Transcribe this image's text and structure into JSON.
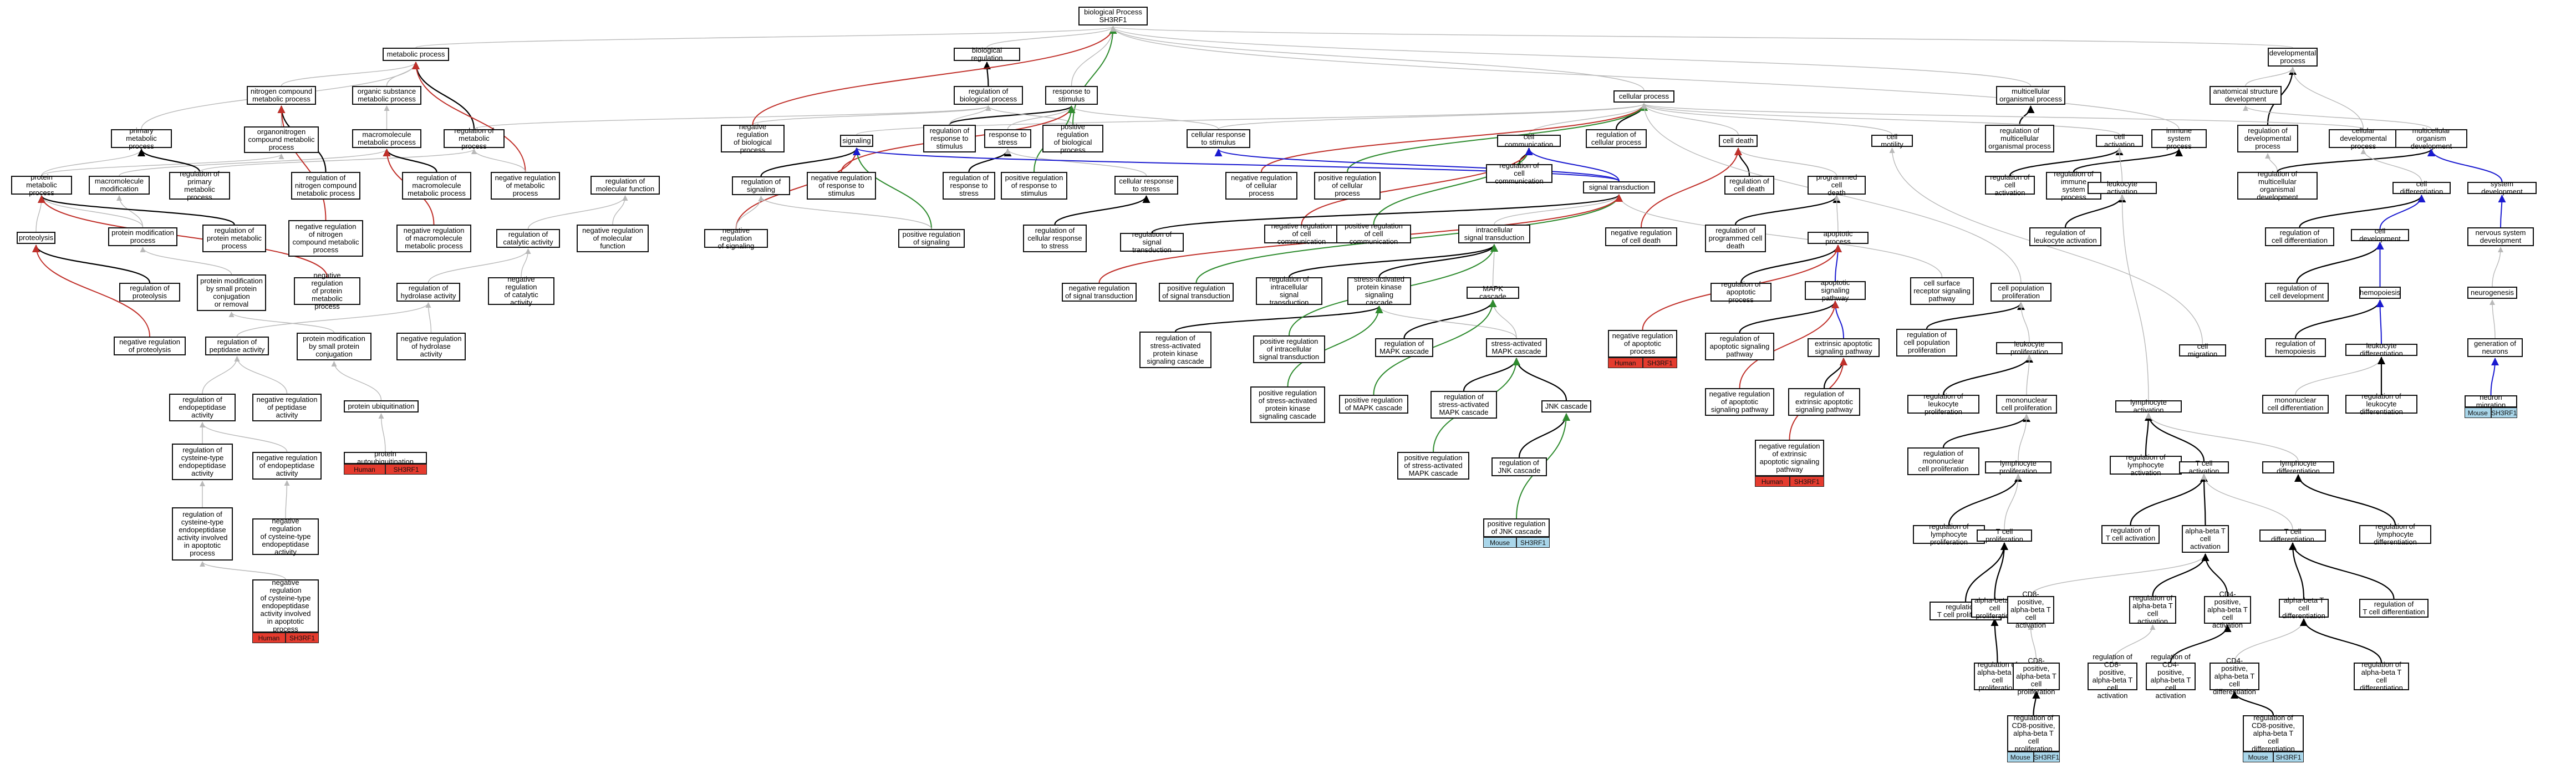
{
  "colors": {
    "edge_gray": "#b9b9b9",
    "edge_black": "#000000",
    "edge_red": "#c0302a",
    "edge_green": "#2e8b2e",
    "edge_blue": "#1a1ad0",
    "annotation_human": "#e53b2e",
    "annotation_mouse": "#a9d6ea"
  },
  "nodes": {
    "bp": "biological Process\nSH3RF1",
    "biological_regulation": "biological regulation",
    "metabolic_process": "metabolic process",
    "nitrogen_compound_metabolic_process": "nitrogen compound\nmetabolic process",
    "organic_substance_metabolic_process": "organic substance\nmetabolic process",
    "regulation_of_biological_process": "regulation of\nbiological process",
    "response_to_stimulus": "response to\nstimulus",
    "developmental_process": "developmental\nprocess",
    "multicellular_organismal_process": "multicellular\norganismal process",
    "cellular_process": "cellular process",
    "organonitrogen_compound_metabolic_process": "organonitrogen\ncompound metabolic\nprocess",
    "primary_metabolic_process": "primary metabolic\nprocess",
    "macromolecule_metabolic_process": "macromolecule\nmetabolic process",
    "regulation_of_metabolic_process": "regulation of\nmetabolic process",
    "anatomical_structure_development": "anatomical structure\ndevelopment",
    "negative_regulation_of_biological_process": "negative regulation\nof biological\nprocess",
    "signaling": "signaling",
    "regulation_of_response_to_stimulus": "regulation of\nresponse to\nstimulus",
    "response_to_stress": "response to\nstress",
    "positive_regulation_of_biological_process": "positive regulation\nof biological\nprocess",
    "cellular_response_to_stimulus": "cellular response\nto stimulus",
    "regulation_of_multicellular_organismal_process": "regulation of\nmulticellular\norganismal process",
    "cell_activation": "cell activation",
    "immune_system_process": "immune system\nprocess",
    "regulation_of_developmental_process": "regulation of\ndevelopmental\nprocess",
    "cellular_developmental_process": "cellular developmental\nprocess",
    "multicellular_organism_development": "multicellular\norganism development",
    "protein_metabolic_process": "protein metabolic\nprocess",
    "macromolecule_modification": "macromolecule\nmodification",
    "regulation_of_primary_metabolic_process": "regulation of\nprimary metabolic\nprocess",
    "regulation_of_nitrogen_compound_metabolic_process": "regulation of\nnitrogen compound\nmetabolic process",
    "regulation_of_macromolecule_metabolic_process": "regulation of\nmacromolecule\nmetabolic process",
    "negative_regulation_of_metabolic_process": "negative regulation\nof metabolic\nprocess",
    "regulation_of_molecular_function": "regulation of\nmolecular function",
    "regulation_of_signaling": "regulation of\nsignaling",
    "negative_regulation_of_response_to_stimulus": "negative regulation\nof response to\nstimulus",
    "regulation_of_response_to_stress": "regulation of\nresponse to\nstress",
    "positive_regulation_of_response_to_stimulus": "positive regulation\nof response to\nstimulus",
    "cellular_response_to_stress": "cellular response\nto stress",
    "cell_communication": "cell communication",
    "regulation_of_cellular_process": "regulation of\ncellular process",
    "cell_death": "cell death",
    "cell_motility": "cell motility",
    "regulation_of_cell_activation": "regulation of\ncell activation",
    "regulation_of_immune_system_process": "regulation of\nimmune system\nprocess",
    "regulation_of_multicellular_organismal_development": "regulation of\nmulticellular\norganismal development",
    "cell_differentiation": "cell differentiation",
    "system_development": "system development",
    "proteolysis": "proteolysis",
    "protein_modification_process": "protein modification\nprocess",
    "regulation_of_protein_metabolic_process": "regulation of\nprotein metabolic\nprocess",
    "negative_regulation_of_nitrogen_compound_metabolic_process": "negative regulation\nof nitrogen\ncompound metabolic\nprocess",
    "negative_regulation_of_macromolecule_metabolic_process": "negative regulation\nof macromolecule\nmetabolic process",
    "regulation_of_catalytic_activity": "regulation of\ncatalytic activity",
    "negative_regulation_of_molecular_function": "negative regulation\nof molecular\nfunction",
    "negative_regulation_of_signaling": "negative regulation\nof signaling",
    "positive_regulation_of_signaling": "positive regulation\nof signaling",
    "regulation_of_cellular_response_to_stress": "regulation of\ncellular response\nto stress",
    "regulation_of_cell_communication": "regulation of\ncell communication",
    "negative_regulation_of_cellular_process": "negative regulation\nof cellular\nprocess",
    "positive_regulation_of_cellular_process": "positive regulation\nof cellular\nprocess",
    "negative_regulation_of_cell_communication": "negative regulation\nof cell communication",
    "positive_regulation_of_cell_communication": "positive regulation\nof cell communication",
    "signal_transduction": "signal transduction",
    "regulation_of_cell_death": "regulation of\ncell death",
    "programmed_cell_death": "programmed cell\ndeath",
    "regulation_of_leukocyte_activation": "regulation of\nleukocyte activation",
    "leukocyte_activation": "leukocyte activation",
    "regulation_of_cell_differentiation": "regulation of\ncell differentiation",
    "cell_development": "cell development",
    "nervous_system_development": "nervous system\ndevelopment",
    "regulation_of_proteolysis": "regulation of\nproteolysis",
    "protein_modification_by_small_protein_conjugation_or_removal": "protein modification\nby small protein\nconjugation\nor removal",
    "negative_regulation_of_protein_metabolic_process": "negative regulation\nof protein metabolic\nprocess",
    "regulation_of_hydrolase_activity": "regulation of\nhydrolase activity",
    "negative_regulation_of_catalytic_activity": "negative regulation\nof catalytic\nactivity",
    "regulation_of_signal_transduction": "regulation of\nsignal transduction",
    "positive_regulation_of_signal_transduction": "positive regulation\nof signal transduction",
    "intracellular_signal_transduction": "intracellular\nsignal transduction",
    "negative_regulation_of_cell_death": "negative regulation\nof cell death",
    "regulation_of_programmed_cell_death": "regulation of\nprogrammed cell\ndeath",
    "apoptotic_process": "apoptotic process",
    "cell_surface_receptor_signaling_pathway": "cell surface\nreceptor signaling\npathway",
    "cell_population_proliferation": "cell population\nproliferation",
    "regulation_of_cell_development": "regulation of\ncell development",
    "hemopoiesis": "hemopoiesis",
    "neurogenesis": "neurogenesis",
    "negative_regulation_of_proteolysis": "negative regulation\nof proteolysis",
    "regulation_of_peptidase_activity": "regulation of\npeptidase activity",
    "protein_modification_by_small_protein_conjugation": "protein modification\nby small protein\nconjugation",
    "negative_regulation_of_hydrolase_activity": "negative regulation\nof hydrolase\nactivity",
    "negative_regulation_of_signal_transduction": "negative regulation\nof signal transduction",
    "regulation_of_intracellular_signal_transduction": "regulation of\nintracellular\nsignal transduction",
    "stress_activated_protein_kinase_signaling_cascade": "stress-activated\nprotein kinase\nsignaling cascade",
    "MAPK_cascade": "MAPK cascade",
    "regulation_of_apoptotic_process": "regulation of\napoptotic process",
    "apoptotic_signaling_pathway": "apoptotic signaling\npathway",
    "regulation_of_cell_population_proliferation": "regulation of\ncell population\nproliferation",
    "leukocyte_proliferation": "leukocyte proliferation",
    "cell_migration": "cell migration",
    "regulation_of_hemopoiesis": "regulation of\nhemopoiesis",
    "leukocyte_differentiation": "leukocyte differentiation",
    "generation_of_neurons": "generation of\nneurons",
    "regulation_of_endopeptidase_activity": "regulation of\nendopeptidase\nactivity",
    "negative_regulation_of_peptidase_activity": "negative regulation\nof peptidase\nactivity",
    "protein_ubiquitination": "protein ubiquitination",
    "regulation_of_stress_activated_protein_kinase_signaling_cascade": "regulation of\nstress-activated\nprotein kinase\nsignaling cascade",
    "positive_regulation_of_intracellular_signal_transduction": "positive regulation\nof intracellular\nsignal transduction",
    "regulation_of_MAPK_cascade": "regulation of\nMAPK cascade",
    "stress_activated_MAPK_cascade": "stress-activated\nMAPK cascade",
    "negative_regulation_of_apoptotic_process": "negative regulation\nof apoptotic\nprocess",
    "regulation_of_apoptotic_signaling_pathway": "regulation of\napoptotic signaling\npathway",
    "extrinsic_apoptotic_signaling_pathway": "extrinsic apoptotic\nsignaling pathway",
    "regulation_of_leukocyte_proliferation": "regulation of\nleukocyte proliferation",
    "mononuclear_cell_proliferation": "mononuclear\ncell proliferation",
    "lymphocyte_activation": "lymphocyte activation",
    "monocyte_cell_differentiation": "mononuclear\ncell differentiation",
    "regulation_of_leukocyte_differentiation": "regulation of\nleukocyte differentiation",
    "neuron_migration": "neuron migration",
    "regulation_of_cysteine_type_endopeptidase_activity": "regulation of\ncysteine-type\nendopeptidase\nactivity",
    "negative_regulation_of_endopeptidase_activity": "negative regulation\nof endopeptidase\nactivity",
    "protein_autoubiquitination": "protein autoubiquitination",
    "positive_regulation_of_stress_activated_protein_kinase_signaling_cascade": "positive regulation\nof stress-activated\nprotein kinase\nsignaling cascade",
    "positive_regulation_of_MAPK_cascade": "positive regulation\nof MAPK cascade",
    "regulation_of_stress_activated_MAPK_cascade": "regulation of\nstress-activated\nMAPK cascade",
    "JNK_cascade": "JNK cascade",
    "negative_regulation_of_apoptotic_signaling_pathway": "negative regulation\nof apoptotic\nsignaling pathway",
    "regulation_of_extrinsic_apoptotic_signaling_pathway": "regulation of\nextrinsic apoptotic\nsignaling pathway",
    "regulation_of_mononuclear_cell_proliferation": "regulation of\nmononuclear\ncell proliferation",
    "lymphocyte_proliferation": "lymphocyte proliferation",
    "regulation_of_lymphocyte_activation": "regulation of\nlymphocyte activation",
    "T_cell_activation": "T cell activation",
    "lymphocyte_differentiation": "lymphocyte differentiation",
    "regulation_of_cysteine_type_endopeptidase_activity_involved_in_apoptotic_process": "regulation of\ncysteine-type\nendopeptidase\nactivity involved\nin apoptotic\nprocess",
    "negative_regulation_of_cysteine_type_endopeptidase_activity": "negative regulation\nof cysteine-type\nendopeptidase\nactivity",
    "positive_regulation_of_stress_activated_MAPK_cascade": "positive regulation\nof stress-activated\nMAPK cascade",
    "regulation_of_JNK_cascade": "regulation of\nJNK cascade",
    "negative_regulation_of_extrinsic_apoptotic_signaling_pathway": "negative regulation\nof extrinsic\napoptotic signaling\npathway",
    "regulation_of_lymphocyte_proliferation": "regulation of\nlymphocyte proliferation",
    "T_cell_proliferation": "T cell proliferation",
    "regulation_of_T_cell_activation": "regulation of\nT cell activation",
    "alpha_beta_T_cell_activation": "alpha-beta T\ncell activation",
    "T_cell_differentiation": "T cell differentiation",
    "regulation_of_lymphocyte_differentiation": "regulation of\nlymphocyte differentiation",
    "negative_regulation_of_cysteine_type_endopeptidase_activity_involved_in_apoptotic_process": "negative regulation\nof cysteine-type\nendopeptidase\nactivity involved\nin apoptotic\nprocess",
    "positive_regulation_of_JNK_cascade": "positive regulation\nof JNK cascade",
    "regulation_of_T_cell_proliferation": "regulation of\nT cell proliferation",
    "alpha_beta_T_cell_proliferation": "alpha-beta T\ncell proliferation",
    "CD8_positive_alpha_beta_T_cell_activation": "CD8-positive,\nalpha-beta T\ncell activation",
    "regulation_of_alpha_beta_T_cell_activation": "regulation of\nalpha-beta T\ncell activation",
    "CD4_positive_alpha_beta_T_cell_activation": "CD4-positive,\nalpha-beta T\ncell activation",
    "alpha_beta_T_cell_differentiation": "alpha-beta T\ncell differentiation",
    "regulation_of_T_cell_differentiation": "regulation of\nT cell differentiation",
    "regulation_of_alpha_beta_T_cell_proliferation": "regulation of\nalpha-beta T\ncell proliferation",
    "CD8_positive_alpha_beta_T_cell_proliferation": "CD8-positive,\nalpha-beta T\ncell proliferation",
    "regulation_of_CD8_positive_alpha_beta_T_cell_activation": "regulation of\nCD8-positive,\nalpha-beta T\ncell activation",
    "regulation_of_CD4_positive_alpha_beta_T_cell_activation": "regulation of\nCD4-positive,\nalpha-beta T\ncell activation",
    "CD4_positive_alpha_beta_T_cell_differentiation": "CD4-positive,\nalpha-beta T\ncell differentiation",
    "regulation_of_alpha_beta_T_cell_differentiation": "regulation of\nalpha-beta T\ncell differentiation",
    "regulation_of_CD8_positive_alpha_beta_T_cell_proliferation": "regulation of\nCD8-positive,\nalpha-beta T\ncell proliferation",
    "regulation_of_CD8_positive_alpha_beta_T_cell_differentiation": "regulation of\nCD8-positive,\nalpha-beta T\ncell differentiation"
  },
  "annotations": [
    {
      "target": "negative_regulation_of_cysteine_type_endopeptidase_activity_involved_in_apoptotic_process",
      "species": "Human",
      "gene": "SH3RF1"
    },
    {
      "target": "protein_autoubiquitination",
      "species": "Human",
      "gene": "SH3RF1"
    },
    {
      "target": "negative_regulation_of_apoptotic_process",
      "species": "Human",
      "gene": "SH3RF1"
    },
    {
      "target": "negative_regulation_of_extrinsic_apoptotic_signaling_pathway",
      "species": "Human",
      "gene": "SH3RF1"
    },
    {
      "target": "positive_regulation_of_JNK_cascade",
      "species": "Mouse",
      "gene": "SH3RF1"
    },
    {
      "target": "neuron_migration",
      "species": "Mouse",
      "gene": "SH3RF1"
    },
    {
      "target": "regulation_of_CD8_positive_alpha_beta_T_cell_proliferation",
      "species": "Mouse",
      "gene": "SH3RF1"
    },
    {
      "target": "regulation_of_CD8_positive_alpha_beta_T_cell_differentiation",
      "species": "Mouse",
      "gene": "SH3RF1"
    }
  ]
}
